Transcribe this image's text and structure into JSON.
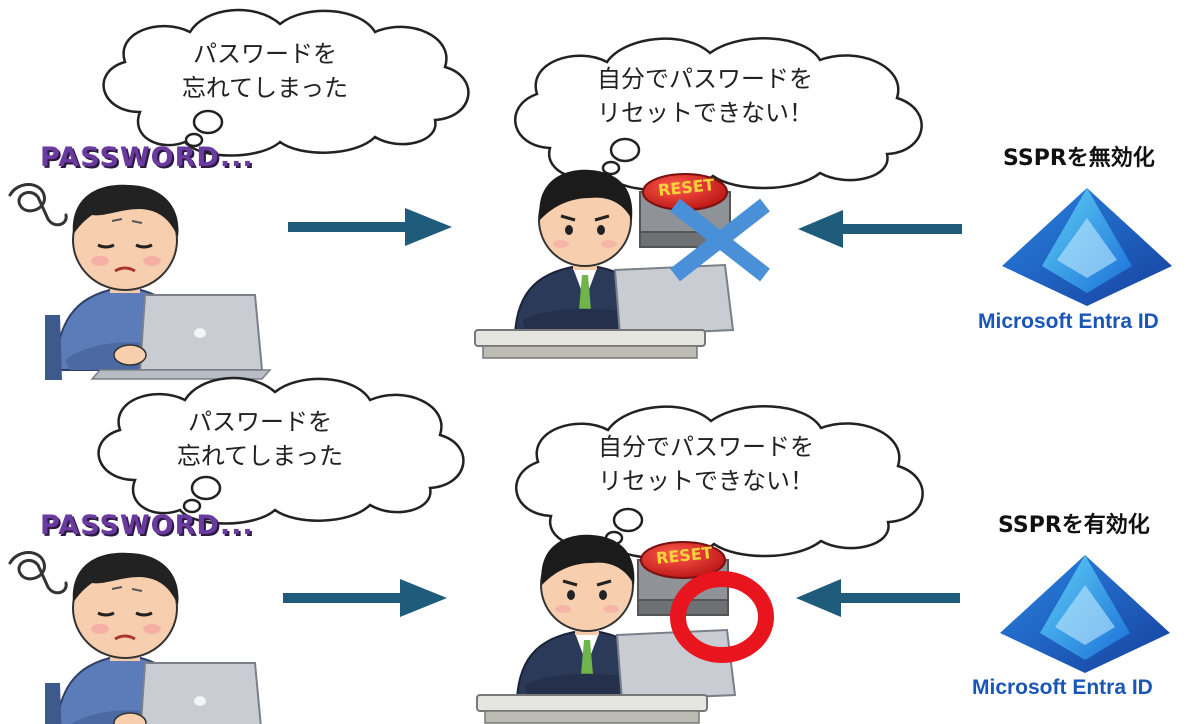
{
  "rows": [
    {
      "user_thought": {
        "line1": "パスワードを",
        "line2": "忘れてしまった"
      },
      "user_label": "PASSWORD...",
      "admin_thought": {
        "line1": "自分でパスワードを",
        "line2": "リセットできない！"
      },
      "button_text": "RESET",
      "result_mark": "cross",
      "sspr_label": "SSPRを無効化",
      "product_label": "Microsoft Entra ID"
    },
    {
      "user_thought": {
        "line1": "パスワードを",
        "line2": "忘れてしまった"
      },
      "user_label": "PASSWORD...",
      "admin_thought": {
        "line1": "自分でパスワードを",
        "line2": "リセットできない！"
      },
      "button_text": "RESET",
      "result_mark": "circle",
      "sspr_label": "SSPRを有効化",
      "product_label": "Microsoft Entra ID"
    }
  ],
  "colors": {
    "arrow": "#1f5b7a",
    "cross": "#4a90d9",
    "circle": "#e8141e",
    "button_red": "#d92b2b",
    "entra_blue": "#1a56b8"
  }
}
